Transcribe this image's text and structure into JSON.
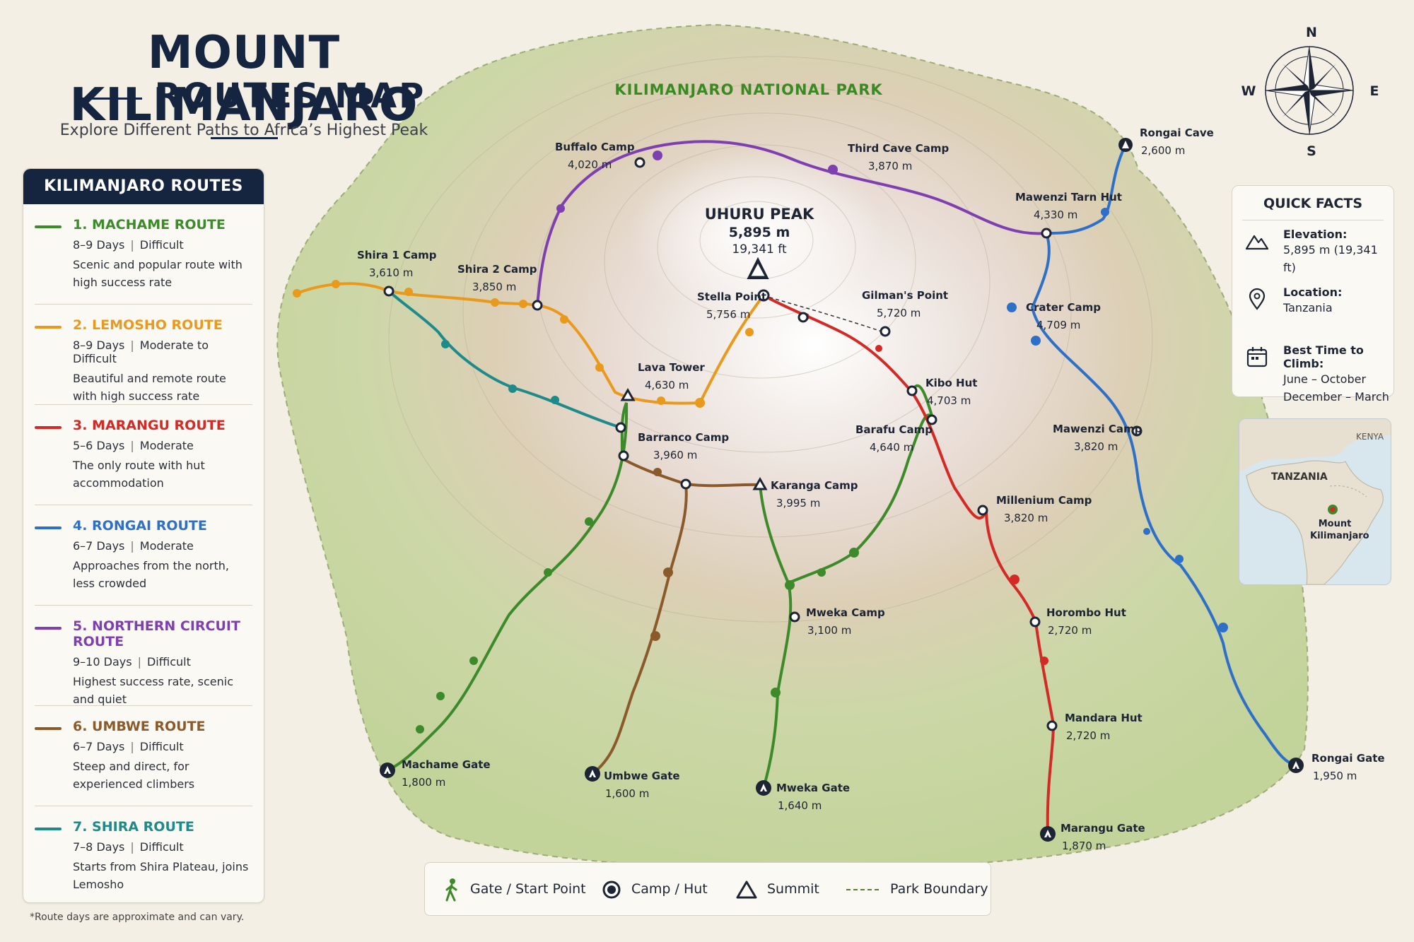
{
  "title": {
    "line1": "MOUNT KILIMANJARO",
    "line2": "ROUTES MAP",
    "subtitle": "Explore Different Paths to Africa’s Highest Peak"
  },
  "park_label": "KILIMANJARO NATIONAL PARK",
  "routes_panel": {
    "heading": "KILIMANJARO ROUTES",
    "routes": [
      {
        "name": "1. MACHAME ROUTE",
        "days": "8–9 Days",
        "difficulty": "Difficult",
        "desc": "Scenic and popular route with high success rate",
        "color": "#3d8a2a"
      },
      {
        "name": "2. LEMOSHO ROUTE",
        "days": "8–9 Days",
        "difficulty": "Moderate to Difficult",
        "desc": "Beautiful and remote route with high success rate",
        "color": "#e99a1c"
      },
      {
        "name": "3. MARANGU ROUTE",
        "days": "5–6 Days",
        "difficulty": "Moderate",
        "desc": "The only route with hut accommodation",
        "color": "#d32a26"
      },
      {
        "name": "4. RONGAI ROUTE",
        "days": "6–7 Days",
        "difficulty": "Moderate",
        "desc": "Approaches from the north, less crowded",
        "color": "#2e6fc8"
      },
      {
        "name": "5. NORTHERN CIRCUIT ROUTE",
        "days": "9–10 Days",
        "difficulty": "Difficult",
        "desc": "Highest success rate, scenic and quiet",
        "color": "#7e3fb0"
      },
      {
        "name": "6. UMBWE ROUTE",
        "days": "6–7 Days",
        "difficulty": "Difficult",
        "desc": "Steep and direct, for experienced climbers",
        "color": "#8b5a2b"
      },
      {
        "name": "7. SHIRA ROUTE",
        "days": "7–8 Days",
        "difficulty": "Difficult",
        "desc": "Starts from Shira Plateau, joins Lemosho",
        "color": "#1f8a8a"
      }
    ],
    "footnote": "*Route days are approximate and can vary."
  },
  "summit": {
    "name": "UHURU PEAK",
    "elev_m": "5,895 m",
    "elev_ft": "19,341 ft"
  },
  "places": [
    {
      "name": "Buffalo Camp",
      "elev": "4,020 m"
    },
    {
      "name": "Third Cave Camp",
      "elev": "3,870 m"
    },
    {
      "name": "Rongai Cave",
      "elev": "2,600 m"
    },
    {
      "name": "Mawenzi Tarn Hut",
      "elev": "4,330 m"
    },
    {
      "name": "Shira 1 Camp",
      "elev": "3,610 m"
    },
    {
      "name": "Shira 2 Camp",
      "elev": "3,850 m"
    },
    {
      "name": "Stella Point",
      "elev": "5,756 m"
    },
    {
      "name": "Gilman's Point",
      "elev": "5,720 m"
    },
    {
      "name": "Crater Camp",
      "elev": "4,709 m"
    },
    {
      "name": "Lava Tower",
      "elev": "4,630 m"
    },
    {
      "name": "Kibo Hut",
      "elev": "4,703 m"
    },
    {
      "name": "Barafu Camp",
      "elev": "4,640 m"
    },
    {
      "name": "Mawenzi Camp",
      "elev": "3,820 m"
    },
    {
      "name": "Barranco Camp",
      "elev": "3,960 m"
    },
    {
      "name": "Karanga Camp",
      "elev": "3,995 m"
    },
    {
      "name": "Millenium Camp",
      "elev": "3,820 m"
    },
    {
      "name": "Mweka Camp",
      "elev": "3,100 m"
    },
    {
      "name": "Horombo Hut",
      "elev": "2,720 m"
    },
    {
      "name": "Mandara Hut",
      "elev": "2,720 m"
    },
    {
      "name": "Machame Gate",
      "elev": "1,800 m"
    },
    {
      "name": "Umbwe Gate",
      "elev": "1,600 m"
    },
    {
      "name": "Mweka Gate",
      "elev": "1,640 m"
    },
    {
      "name": "Rongai Gate",
      "elev": "1,950 m"
    },
    {
      "name": "Marangu Gate",
      "elev": "1,870 m"
    }
  ],
  "compass": {
    "n": "N",
    "s": "S",
    "e": "E",
    "w": "W"
  },
  "quick_facts": {
    "heading": "QUICK FACTS",
    "elevation_label": "Elevation:",
    "elevation_value": "5,895 m (19,341 ft)",
    "location_label": "Location:",
    "location_value": "Tanzania",
    "best_label": "Best Time to Climb:",
    "best_value1": "June – October",
    "best_value2": "December – March"
  },
  "inset": {
    "kenya": "KENYA",
    "tanzania": "TANZANIA",
    "marker1": "Mount",
    "marker2": "Kilimanjaro"
  },
  "legend": {
    "gate": "Gate / Start Point",
    "camp": "Camp / Hut",
    "summit": "Summit",
    "boundary": "Park Boundary"
  },
  "icons": [
    "compass-rose-icon",
    "mountain-icon",
    "location-pin-icon",
    "calendar-icon",
    "hiker-icon",
    "camp-icon",
    "summit-triangle-icon"
  ]
}
